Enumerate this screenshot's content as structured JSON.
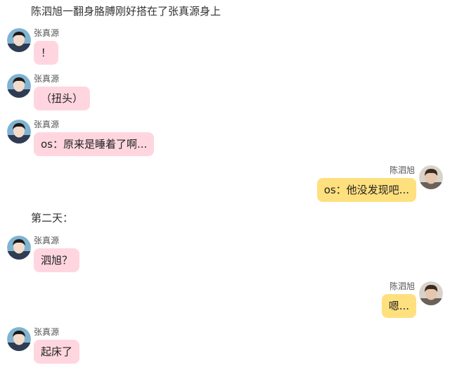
{
  "colors": {
    "left_bubble": "#ffd6df",
    "right_bubble": "#ffe07e",
    "background": "#ffffff"
  },
  "narration": [
    "陈泗旭一翻身胳膊刚好搭在了张真源身上",
    "第二天："
  ],
  "messages": [
    {
      "side": "left",
      "sender": "张真源",
      "text": "！",
      "avatar": "zhang-avatar"
    },
    {
      "side": "left",
      "sender": "张真源",
      "text": "（扭头）",
      "avatar": "zhang-avatar"
    },
    {
      "side": "left",
      "sender": "张真源",
      "text": "os：原来是睡着了啊...",
      "avatar": "zhang-avatar"
    },
    {
      "side": "right",
      "sender": "陈泗旭",
      "text": "os：他没发现吧...",
      "avatar": "chen-avatar"
    },
    {
      "side": "left",
      "sender": "张真源",
      "text": "泗旭？",
      "avatar": "zhang-avatar"
    },
    {
      "side": "right",
      "sender": "陈泗旭",
      "text": "嗯...",
      "avatar": "chen-avatar"
    },
    {
      "side": "left",
      "sender": "张真源",
      "text": "起床了",
      "avatar": "zhang-avatar"
    }
  ]
}
